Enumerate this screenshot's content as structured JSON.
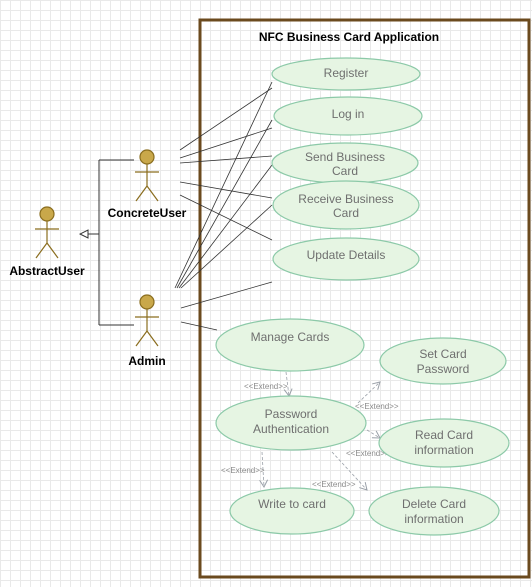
{
  "system": {
    "title": "NFC Business Card Application"
  },
  "actors": {
    "abstract_user": "AbstractUser",
    "concrete_user": "ConcreteUser",
    "admin": "Admin"
  },
  "use_cases": {
    "register": [
      "Register"
    ],
    "log_in": [
      "Log in"
    ],
    "send_card": [
      "Send Business",
      "Card"
    ],
    "receive_card": [
      "Receive Business",
      "Card"
    ],
    "update_details": [
      "Update Details"
    ],
    "manage_cards": [
      "Manage Cards"
    ],
    "set_password": [
      "Set Card",
      "Password"
    ],
    "password_auth": [
      "Password",
      "Authentication"
    ],
    "read_card": [
      "Read Card",
      "information"
    ],
    "write_card": [
      "Write to card"
    ],
    "delete_card": [
      "Delete Card",
      "information"
    ]
  },
  "extend_label": "<<Extend>>",
  "colors": {
    "system_border": "#6b4a1e",
    "usecase_fill": "#e6f5e3",
    "usecase_stroke": "#8cc9a8",
    "actor_fill": "#c9a84a",
    "actor_stroke": "#8a6d1e",
    "line": "#333333",
    "extend_line": "#9aa0a8"
  }
}
